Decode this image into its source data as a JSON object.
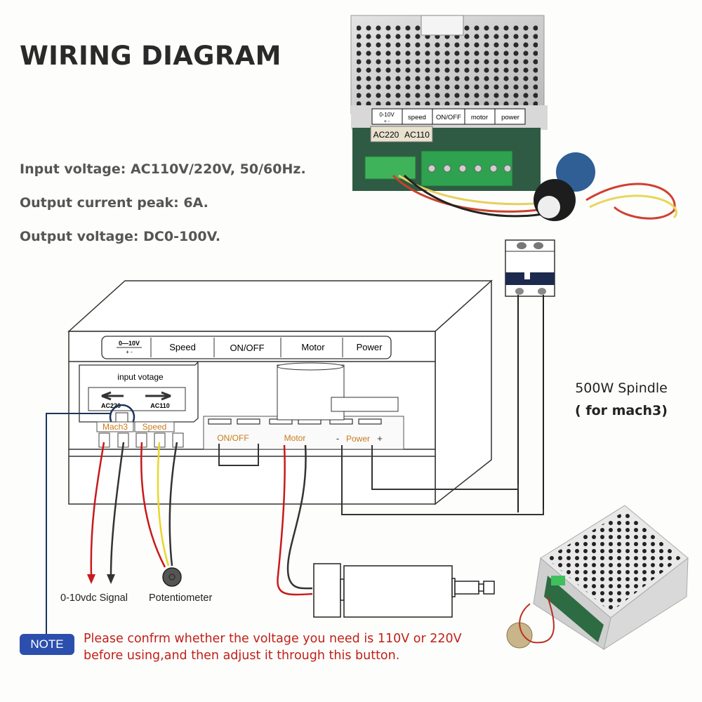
{
  "header": {
    "title": "WIRING DIAGRAM"
  },
  "specs": [
    "Input voltage: AC110V/220V, 50/60Hz.",
    "Output current peak: 6A.",
    "Output voltage: DC0-100V."
  ],
  "photo_top": {
    "panel_labels": [
      "0-10V",
      "speed",
      "ON/OFF",
      "motor",
      "power"
    ],
    "signal_polarity": "+ -",
    "switch_labels": [
      "AC220",
      "AC110"
    ]
  },
  "schematic": {
    "top_labels": {
      "signal": "0—10V",
      "signal_polarity": "+  -",
      "speed": "Speed",
      "onoff": "ON/OFF",
      "motor": "Motor",
      "power": "Power"
    },
    "input_voltage_title": "input votage",
    "switch_left": "AC220",
    "switch_right": "AC110",
    "terminal_groups": {
      "mach3": "Mach3",
      "speed": "Speed",
      "onoff": "ON/OFF",
      "motor": "Motor",
      "power_minus": "-",
      "power": "Power",
      "power_plus": "+"
    },
    "signal_label": "0-10vdc Signal",
    "potentiometer_label": "Potentiometer"
  },
  "spindle": {
    "line1": "500W Spindle",
    "line2": "( for mach3)"
  },
  "note": {
    "badge": "NOTE",
    "line1": "Please confrm whether the voltage you need is 110V or 220V",
    "line2": "before using,and then adjust it through this button."
  },
  "colors": {
    "wire_red": "#c8191b",
    "wire_black": "#2b2b2b",
    "wire_yellow": "#e9d62a",
    "terminal_label_orange": "#cc7a1a",
    "note_blue": "#2c4fae",
    "note_red": "#c0201a",
    "breaker_navy": "#1c2a4d"
  }
}
